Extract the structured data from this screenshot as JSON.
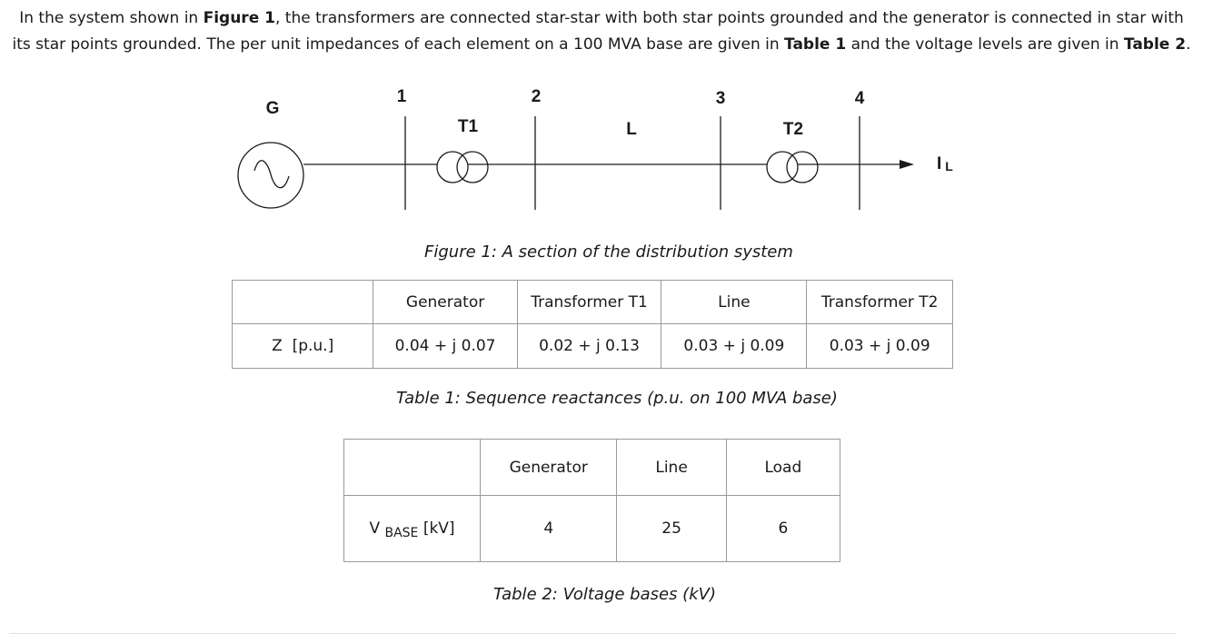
{
  "intro": {
    "p1": "In the system shown in ",
    "figure_ref": "Figure 1",
    "p2": ", the transformers are connected star-star with both star points grounded and the generator is connected in star with its star points grounded. The per unit impedances of each element on a 100 MVA base are given in ",
    "table1_ref": "Table 1",
    "p3": " and the voltage levels are given in ",
    "table2_ref": "Table 2",
    "p4": "."
  },
  "figure": {
    "generator_label": "G",
    "bus_labels": [
      "1",
      "2",
      "3",
      "4"
    ],
    "t1_label": "T1",
    "line_label": "L",
    "t2_label": "T2",
    "load_current_label": "I",
    "load_current_sub": "L",
    "caption": "Figure 1: A section of the distribution system"
  },
  "table1": {
    "headers": [
      "",
      "Generator",
      "Transformer T1",
      "Line",
      "Transformer T2"
    ],
    "row_label": "Z  [p.u.]",
    "values": [
      "0.04 + j 0.07",
      "0.02 + j 0.13",
      "0.03 + j 0.09",
      "0.03 + j 0.09"
    ],
    "caption": "Table 1: Sequence reactances (p.u. on 100 MVA base)"
  },
  "table2": {
    "headers": [
      "",
      "Generator",
      "Line",
      "Load"
    ],
    "row_label_main": "V",
    "row_label_sub": "BASE",
    "row_label_unit": "[kV]",
    "values": [
      "4",
      "25",
      "6"
    ],
    "caption": "Table 2: Voltage bases (kV)"
  }
}
